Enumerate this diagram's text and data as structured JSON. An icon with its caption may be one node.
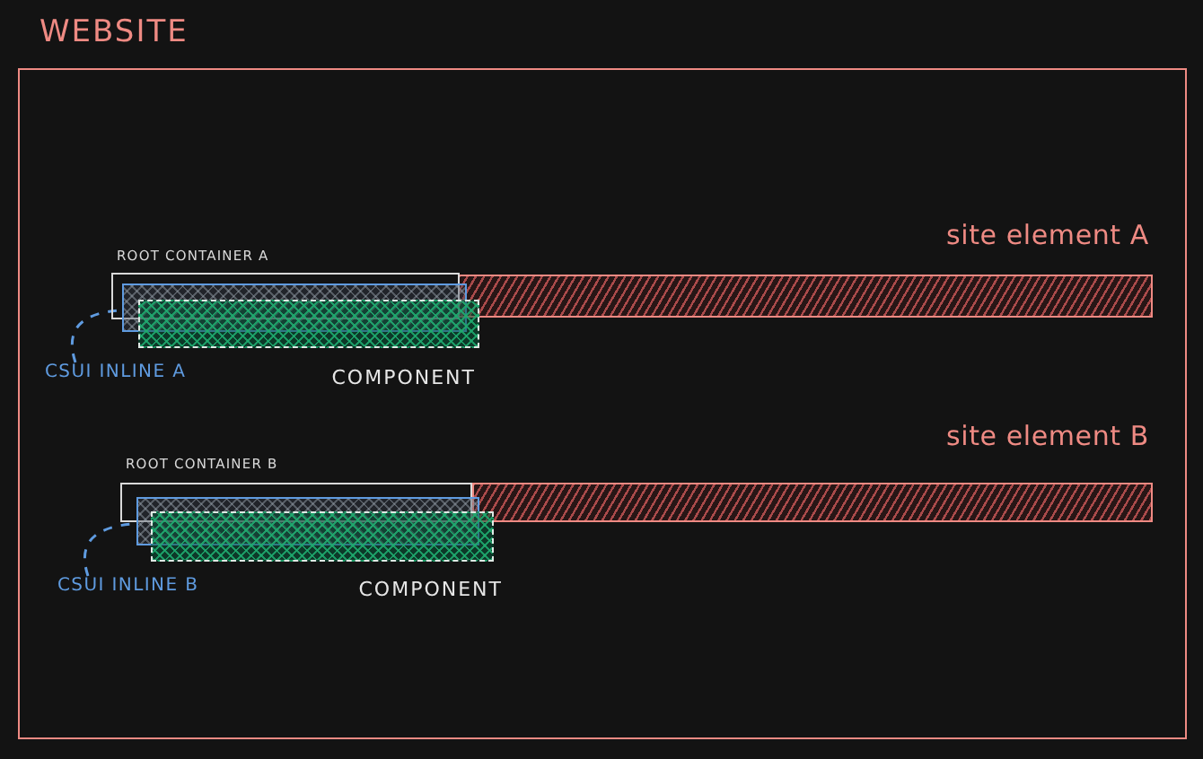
{
  "diagram": {
    "nodes": [
      {
        "text": [
          "WEBSITE"
        ]
      },
      {
        "text": [
          "site element A"
        ],
        "in": 0
      },
      {
        "text": [
          "ROOT CONTAINER A"
        ],
        "in": 0
      },
      {
        "text": [],
        "shape": "box",
        "in": 0
      },
      {
        "text": [
          "CSUI INLINE A"
        ],
        "in": 0
      },
      {
        "text": [
          "COMPONENT"
        ],
        "in": 0
      },
      {
        "text": [
          "site element B"
        ],
        "in": 0
      },
      {
        "text": [
          "ROOT CONTAINER B"
        ],
        "in": 0
      },
      {
        "text": [],
        "shape": "box",
        "in": 0
      },
      {
        "text": [
          "CSUI INLINE B"
        ],
        "in": 0
      },
      {
        "text": [
          "COMPONENT"
        ],
        "in": 0
      }
    ],
    "edges": [
      {
        "from": 4,
        "to": 3,
        "arrow": "none",
        "style": "dashed"
      },
      {
        "from": 9,
        "to": 8,
        "arrow": "none",
        "style": "dashed"
      }
    ]
  }
}
